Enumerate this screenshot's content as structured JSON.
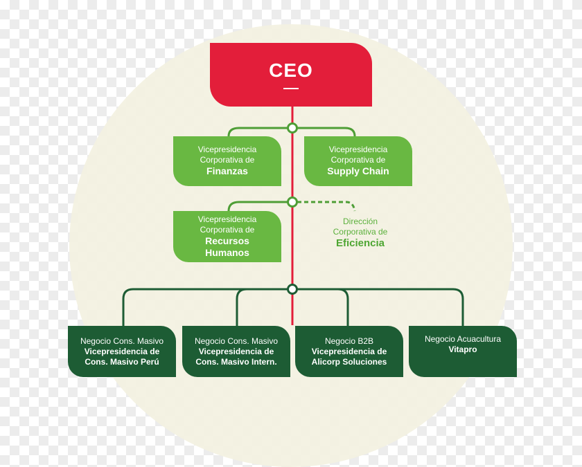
{
  "ceo": {
    "label": "CEO"
  },
  "finanzas": {
    "line1": "Vicepresidencia",
    "line2": "Corporativa de",
    "name": "Finanzas"
  },
  "supply": {
    "line1": "Vicepresidencia",
    "line2": "Corporativa de",
    "name": "Supply Chain"
  },
  "rrhh": {
    "line1": "Vicepresidencia",
    "line2": "Corporativa de",
    "name1": "Recursos",
    "name2": "Humanos"
  },
  "eficiencia": {
    "line1": "Dirección",
    "line2": "Corporativa de",
    "name": "Eficiencia"
  },
  "negocios": [
    {
      "unit": "Negocio Cons. Masivo",
      "name1": "Vicepresidencia de",
      "name2": "Cons. Masivo Perú"
    },
    {
      "unit": "Negocio Cons. Masivo",
      "name1": "Vicepresidencia de",
      "name2": "Cons. Masivo Intern."
    },
    {
      "unit": "Negocio B2B",
      "name1": "Vicepresidencia de",
      "name2": "Alicorp Soluciones"
    },
    {
      "unit": "Negocio Acuacultura",
      "name1": "Vitapro",
      "name2": ""
    }
  ],
  "colors": {
    "red": "#e31e3a",
    "green": "#69b842",
    "dark_green": "#1d5c34",
    "background": "#f3f1e1"
  }
}
